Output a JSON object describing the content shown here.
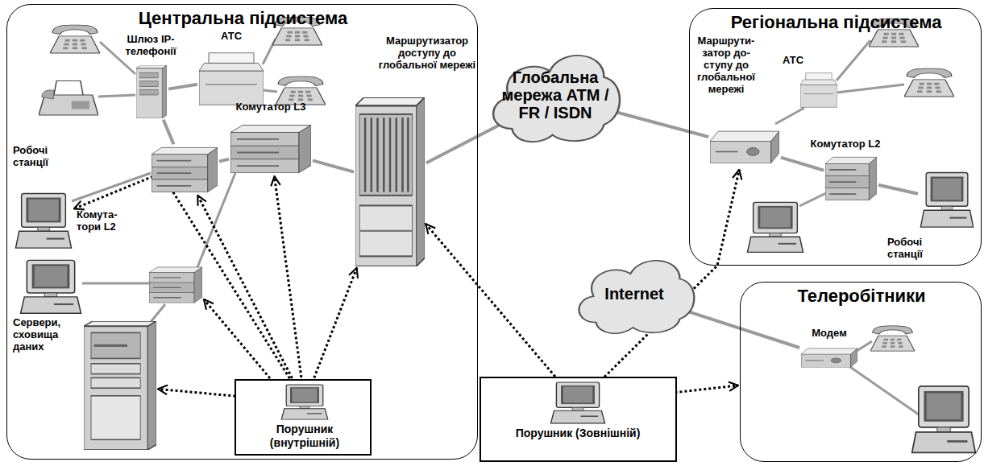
{
  "diagram": {
    "nodes": [
      {
        "text": [
          "Центральна підсистема"
        ]
      },
      {
        "text": [
          "Шлюз IP- телефонії"
        ],
        "in": 0
      },
      {
        "text": [
          "АТС"
        ],
        "in": 0
      },
      {
        "text": [
          "Маршрутизатор доступу до глобальної мережі"
        ],
        "in": 0
      },
      {
        "text": [
          "Комутатор L3"
        ],
        "in": 0
      },
      {
        "text": [
          "Робочі станції"
        ],
        "in": 0
      },
      {
        "text": [
          "Комута- тори L2"
        ],
        "in": 0
      },
      {
        "text": [
          "Сервери, сховища даних"
        ],
        "in": 0
      },
      {
        "text": [
          "Порушник (внутрішній)"
        ],
        "in": 0
      },
      {
        "text": [
          "Глобальна мережа ATM / FR / ISDN"
        ]
      },
      {
        "text": [
          "Регіональна підсистема"
        ]
      },
      {
        "text": [
          "Маршрути- затор до- ступу до глобальної мережі"
        ],
        "in": 10
      },
      {
        "text": [
          "АТС"
        ],
        "in": 10
      },
      {
        "text": [
          "Комутатор L2"
        ],
        "in": 10
      },
      {
        "text": [
          "Робочі станції"
        ],
        "in": 10
      },
      {
        "text": [
          "Internet"
        ]
      },
      {
        "text": [
          "Телеробітники"
        ]
      },
      {
        "text": [
          "Модем"
        ],
        "in": 16
      },
      {
        "text": [
          "Порушник (Зовнішній)"
        ]
      }
    ],
    "edges": [
      {
        "from": 1,
        "to": 2,
        "arrow": "none"
      },
      {
        "from": 1,
        "to": 6,
        "arrow": "none"
      },
      {
        "from": 6,
        "to": 4,
        "arrow": "none"
      },
      {
        "from": 4,
        "to": 3,
        "arrow": "none"
      },
      {
        "from": 3,
        "to": 9,
        "arrow": "none"
      },
      {
        "from": 9,
        "to": 11,
        "arrow": "none"
      },
      {
        "from": 11,
        "to": 13,
        "arrow": "none"
      },
      {
        "from": 13,
        "to": 14,
        "arrow": "none"
      },
      {
        "from": 15,
        "to": 17,
        "arrow": "none"
      },
      {
        "from": 8,
        "to": 5,
        "arrow": "to"
      },
      {
        "from": 8,
        "to": 6,
        "arrow": "to"
      },
      {
        "from": 8,
        "to": 4,
        "arrow": "to"
      },
      {
        "from": 8,
        "to": 3,
        "arrow": "to"
      },
      {
        "from": 8,
        "to": 7,
        "arrow": "to"
      },
      {
        "from": 18,
        "to": 3,
        "arrow": "to"
      },
      {
        "from": 18,
        "to": 11,
        "arrow": "to"
      },
      {
        "from": 18,
        "to": 16,
        "arrow": "to"
      }
    ]
  }
}
